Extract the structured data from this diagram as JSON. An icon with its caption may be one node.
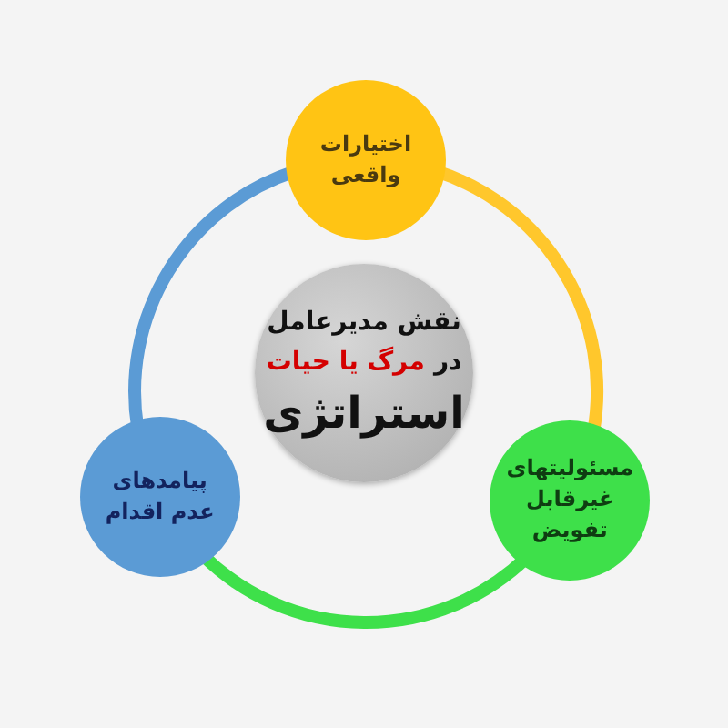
{
  "diagram": {
    "nodes": [
      {
        "text": [
          "نقش مدیرعامل",
          "در",
          "مرگ یا حیات",
          "استراتژی"
        ]
      },
      {
        "text": [
          "اختیارات واقعی"
        ]
      },
      {
        "text": [
          "مسئولیتهای غیرقابل تفویض"
        ]
      },
      {
        "text": [
          "پیامدهای عدم اقدام"
        ]
      }
    ],
    "edges": [
      {
        "from": 1,
        "to": 2,
        "arrow": "none",
        "color": "#ffc72c"
      },
      {
        "from": 2,
        "to": 3,
        "arrow": "none",
        "color": "#3ee04a"
      },
      {
        "from": 3,
        "to": 1,
        "arrow": "none",
        "color": "#5b9bd5"
      }
    ]
  }
}
